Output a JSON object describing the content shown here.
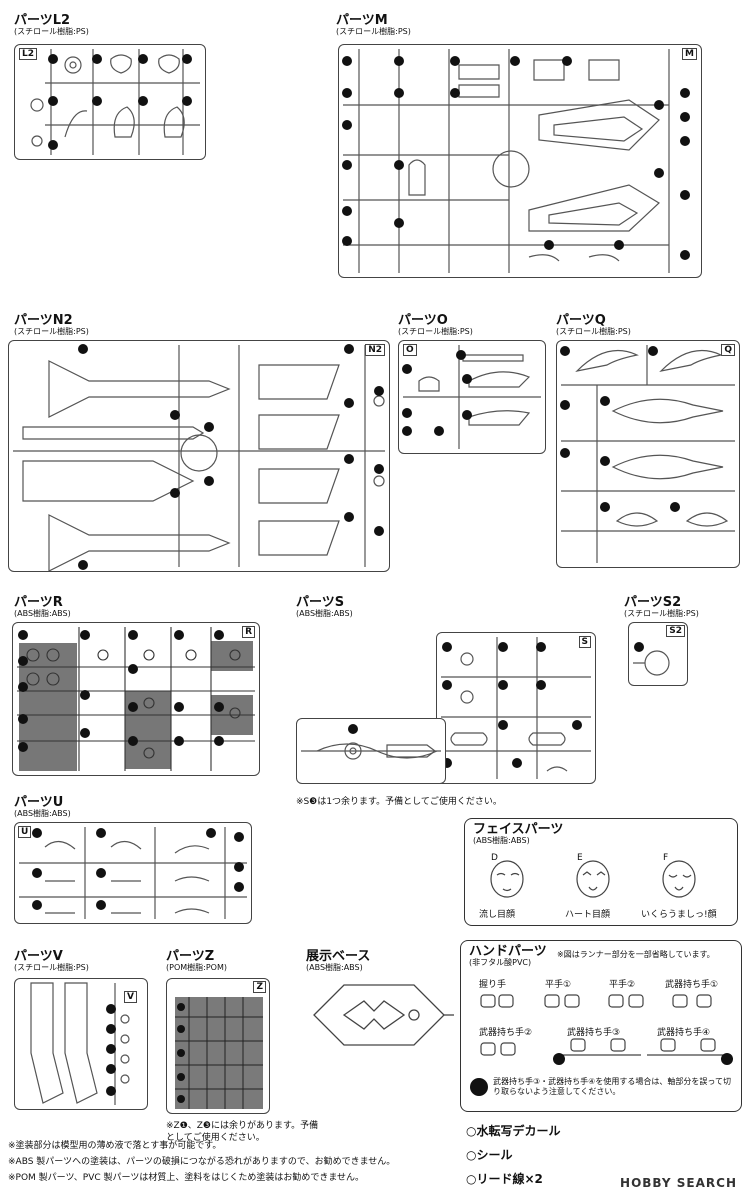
{
  "parts": {
    "L2": {
      "title": "パーツL2",
      "material": "(スチロール樹脂:PS)",
      "id": "L2"
    },
    "M": {
      "title": "パーツM",
      "material": "(スチロール樹脂:PS)",
      "id": "M"
    },
    "N2": {
      "title": "パーツN2",
      "material": "(スチロール樹脂:PS)",
      "id": "N2"
    },
    "O": {
      "title": "パーツO",
      "material": "(スチロール樹脂:PS)",
      "id": "O"
    },
    "Q": {
      "title": "パーツQ",
      "material": "(スチロール樹脂:PS)",
      "id": "Q"
    },
    "R": {
      "title": "パーツR",
      "material": "(ABS樹脂:ABS)",
      "id": "R"
    },
    "S": {
      "title": "パーツS",
      "material": "(ABS樹脂:ABS)",
      "id": "S"
    },
    "S2": {
      "title": "パーツS2",
      "material": "(スチロール樹脂:PS)",
      "id": "S2"
    },
    "U": {
      "title": "パーツU",
      "material": "(ABS樹脂:ABS)",
      "id": "U"
    },
    "V": {
      "title": "パーツV",
      "material": "(スチロール樹脂:PS)",
      "id": "V"
    },
    "Z": {
      "title": "パーツZ",
      "material": "(POM樹脂:POM)",
      "id": "Z"
    },
    "base": {
      "title": "展示ベース",
      "material": "(ABS樹脂:ABS)"
    }
  },
  "notes": {
    "s3": "※S❸は1つ余ります。予備としてご使用ください。",
    "z": "※Z❶、Z❸には余りがあります。予備としてご使用ください。"
  },
  "face": {
    "title": "フェイスパーツ",
    "material": "(ABS樹脂:ABS)",
    "items": [
      {
        "letter": "D",
        "label": "流し目顔"
      },
      {
        "letter": "E",
        "label": "ハート目顔"
      },
      {
        "letter": "F",
        "label": "いくらうましっ!顔"
      }
    ]
  },
  "hands": {
    "title": "ハンドパーツ",
    "note": "※図はランナー部分を一部省略しています。",
    "material": "(非フタル酸PVC)",
    "items": [
      "握り手",
      "平手①",
      "平手②",
      "武器持ち手①",
      "武器持ち手②",
      "武器持ち手③",
      "武器持ち手④"
    ],
    "warning": "武器持ち手③・武器持ち手④を使用する場合は、軸部分を誤って切り取らないよう注意してください。"
  },
  "accessories": [
    "○水転写デカール",
    "○シール",
    "○リード線×2"
  ],
  "footer": [
    "※塗装部分は模型用の薄め液で落とす事が可能です。",
    "※ABS 製パーツへの塗装は、パーツの破損につながる恐れがありますので、お勧めできません。",
    "※POM 製パーツ、PVC 製パーツは材質上、塗料をはじくため塗装はお勧めできません。"
  ],
  "watermark": "HOBBY SEARCH"
}
